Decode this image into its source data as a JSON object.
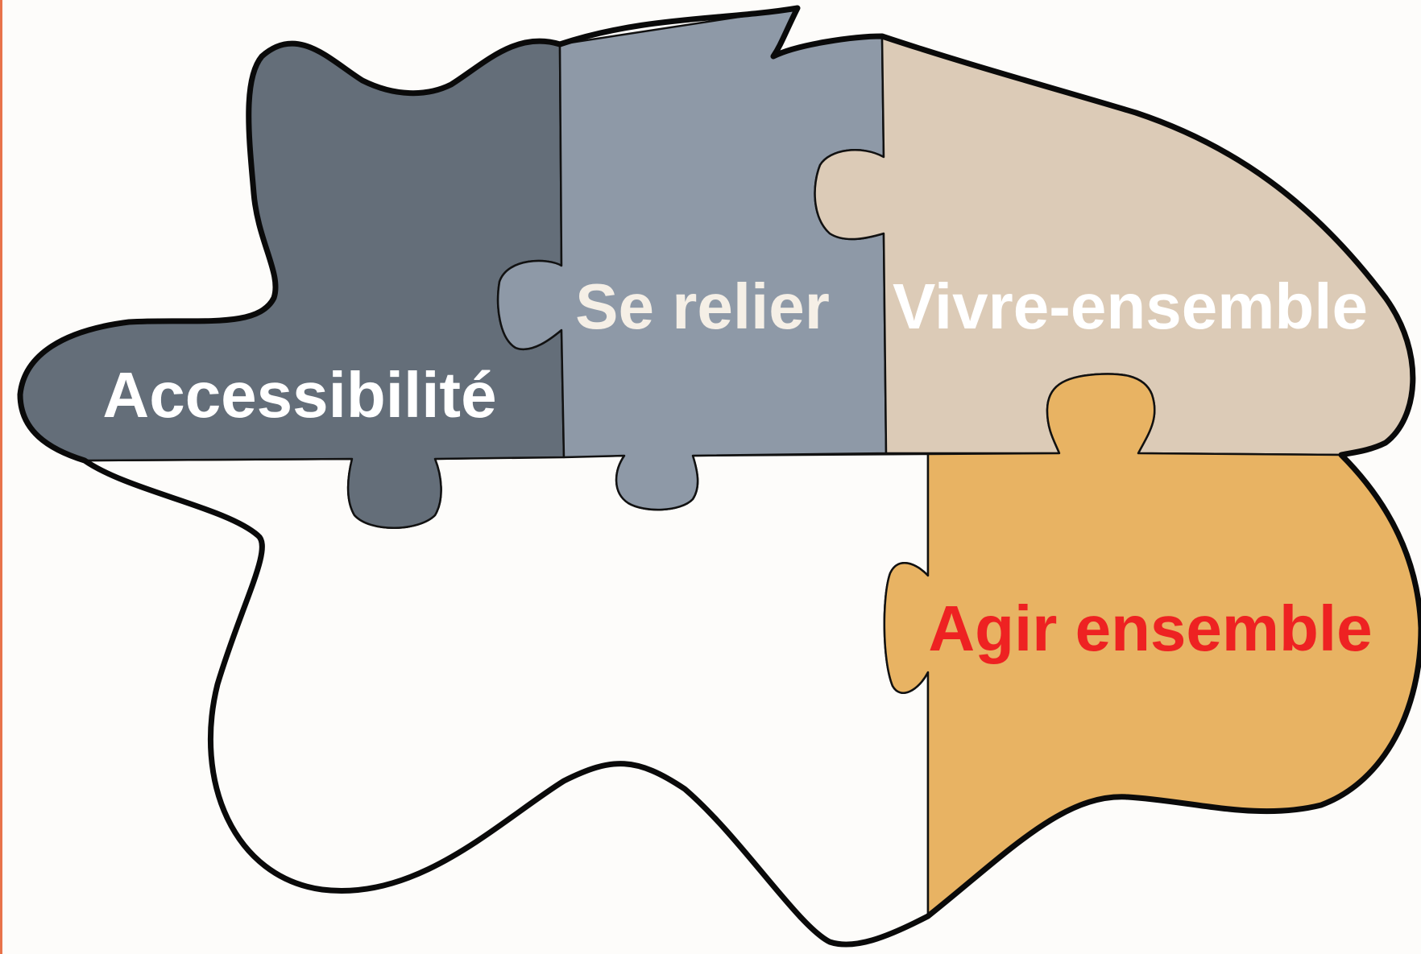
{
  "pieces": [
    {
      "id": "accessibility",
      "label": "Accessibilité",
      "color": "#646e79",
      "text_color": "#ffffff"
    },
    {
      "id": "connect",
      "label": "Se relier",
      "color": "#8e99a7",
      "text_color": "#f5efe6"
    },
    {
      "id": "living-together",
      "label": "Vivre-ensemble",
      "color": "#dccbb7",
      "text_color": "#ffffff"
    },
    {
      "id": "act-together",
      "label": "Agir ensemble",
      "color": "#e8b363",
      "text_color": "#ee2222"
    },
    {
      "id": "empty",
      "label": "",
      "color": "#fdfcfa",
      "text_color": "#000000"
    }
  ],
  "colors": {
    "outline": "#0a0a0a",
    "background": "#fdfcfa",
    "left_edge": "#e8734a"
  }
}
